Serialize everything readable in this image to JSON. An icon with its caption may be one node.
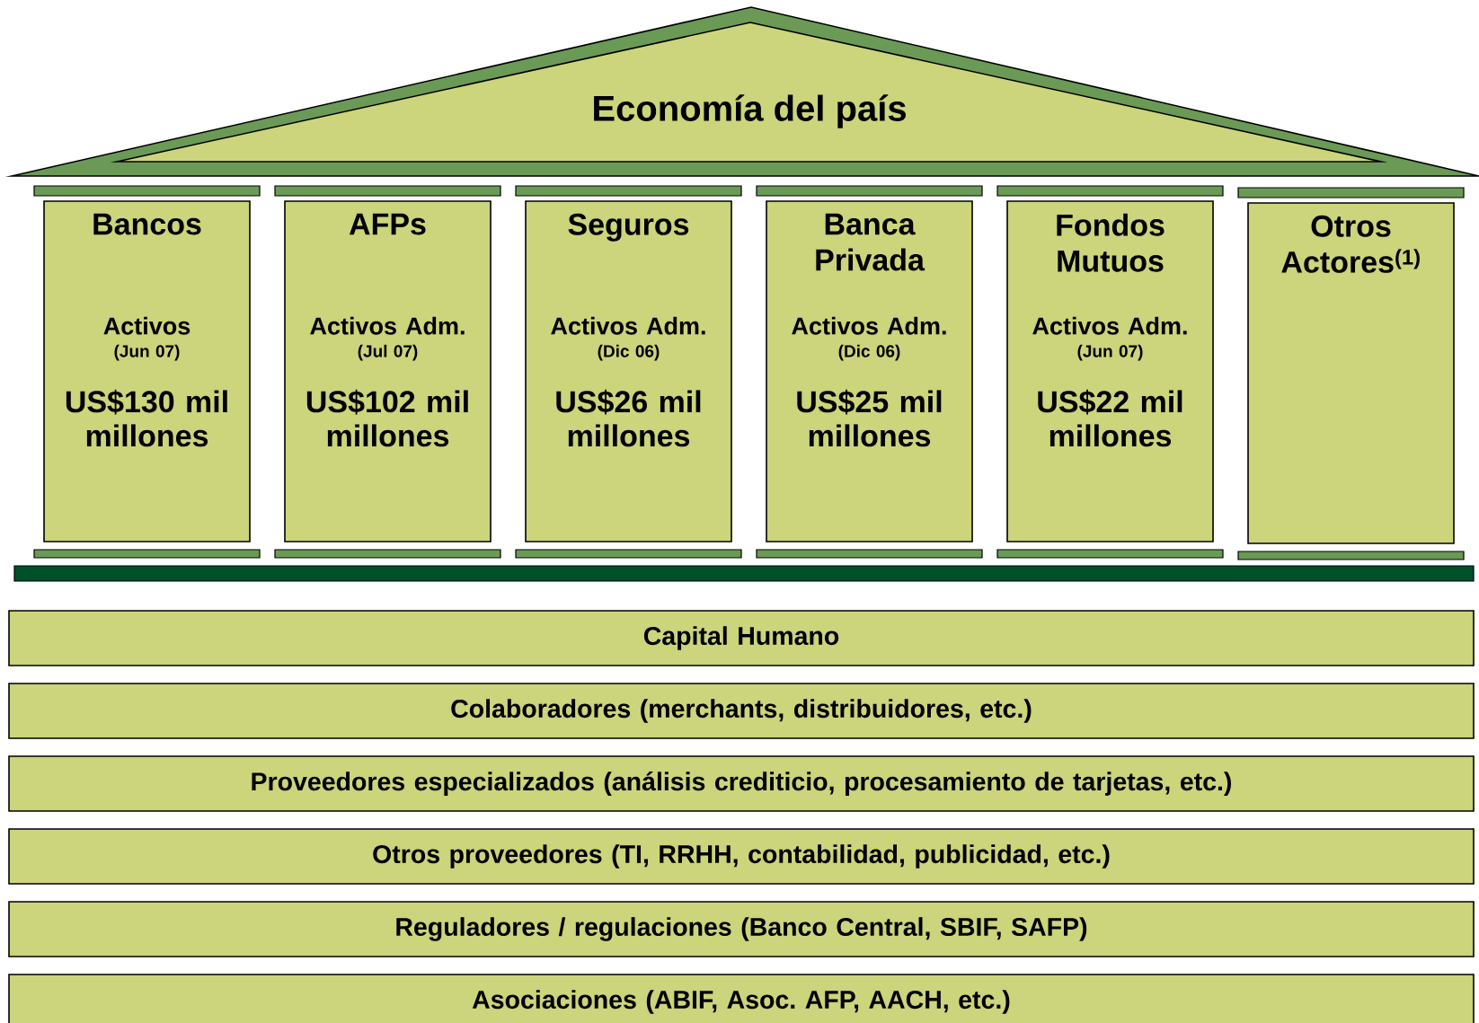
{
  "diagram": {
    "nodes": [
      {
        "text": [
          "Economía del país"
        ]
      },
      {
        "text": [
          "Bancos",
          "Activos",
          "(Jun 07)",
          "US$130 mil millones"
        ]
      },
      {
        "text": [
          "AFPs",
          "Activos Adm.",
          "(Jul 07)",
          "US$102 mil millones"
        ]
      },
      {
        "text": [
          "Seguros",
          "Activos Adm.",
          "(Dic 06)",
          "US$26 mil millones"
        ]
      },
      {
        "text": [
          "Banca Privada",
          "Activos Adm.",
          "(Dic 06)",
          "US$25 mil millones"
        ]
      },
      {
        "text": [
          "Fondos Mutuos",
          "Activos Adm.",
          "(Jun 07)",
          "US$22 mil millones"
        ]
      },
      {
        "text": [
          "Otros Actores$^{(1)}$"
        ]
      },
      {
        "text": [
          "Capital Humano"
        ]
      },
      {
        "text": [
          "Colaboradores (merchants, distribuidores, etc.)"
        ]
      },
      {
        "text": [
          "Proveedores especializados (análisis crediticio, procesamiento de tarjetas, etc.)"
        ]
      },
      {
        "text": [
          "Otros proveedores (TI, RRHH, contabilidad, publicidad, etc.)"
        ]
      },
      {
        "text": [
          "Reguladores / regulaciones (Banco Central, SBIF, SAFP)"
        ]
      },
      {
        "text": [
          "Asociaciones (ABIF, Asoc. AFP, AACH, etc.)"
        ]
      }
    ]
  }
}
